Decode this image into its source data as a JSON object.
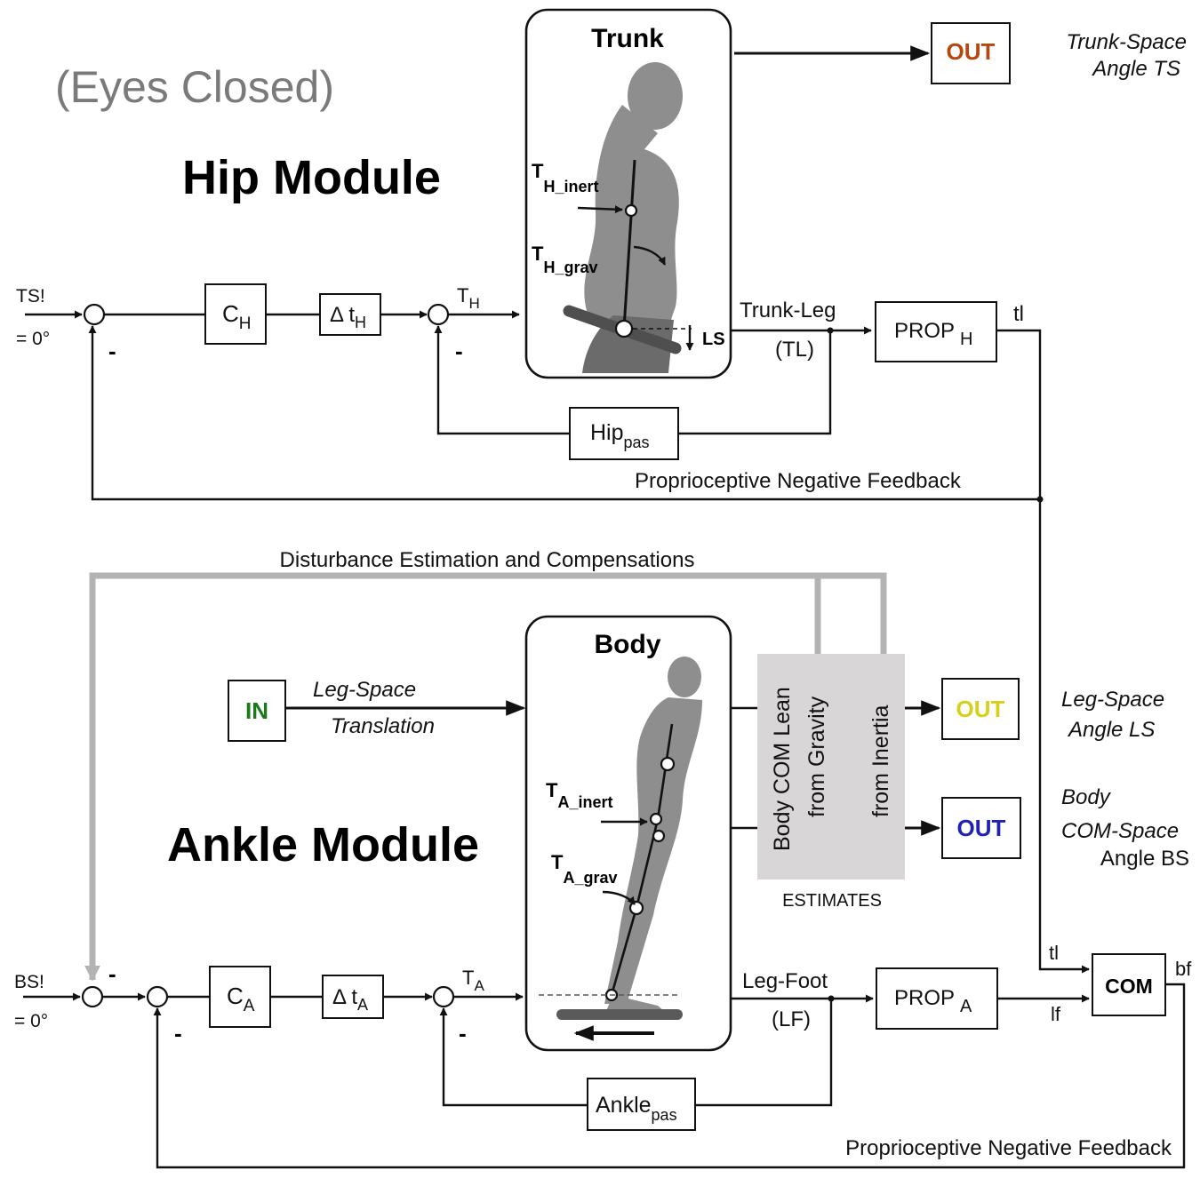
{
  "title": "(Eyes Closed)",
  "hip_module": {
    "heading": "Hip Module",
    "input_label": "TS!",
    "input_value": "= 0°",
    "minus": "-",
    "controller": {
      "base": "C",
      "sub": "H"
    },
    "delay": {
      "base": "Δ t",
      "sub": "H"
    },
    "torque": {
      "base": "T",
      "sub": "H"
    },
    "passive": {
      "base": "Hip",
      "sub": "pas"
    },
    "trunk_box": {
      "title": "Trunk",
      "inert_base": "T",
      "inert_sub": "H_inert",
      "grav_base": "T",
      "grav_sub": "H_grav",
      "ls": "LS"
    },
    "output_label": "Trunk-Leg",
    "output_abbr": "(TL)",
    "prop": {
      "base": "PROP",
      "sub": "H"
    },
    "prop_out": "tl",
    "feedback": "Proprioceptive Negative Feedback",
    "out_box": {
      "label": "OUT",
      "color": "#b5470f"
    },
    "out_caption": [
      "Trunk-Space",
      "Angle TS"
    ]
  },
  "disturbance": {
    "label": "Disturbance Estimation and Compensations",
    "estimates_box": [
      "Body COM Lean",
      "from Gravity",
      "from Inertia"
    ],
    "estimates_caption": "ESTIMATES"
  },
  "ankle_module": {
    "heading": "Ankle Module",
    "input_label": "BS!",
    "input_value": "= 0°",
    "minus": "-",
    "controller": {
      "base": "C",
      "sub": "A"
    },
    "delay": {
      "base": "Δ t",
      "sub": "A"
    },
    "torque": {
      "base": "T",
      "sub": "A"
    },
    "passive": {
      "base": "Ankle",
      "sub": "pas"
    },
    "body_box": {
      "title": "Body",
      "inert_base": "T",
      "inert_sub": "A_inert",
      "grav_base": "T",
      "grav_sub": "A_grav"
    },
    "in_box": {
      "label": "IN",
      "color": "#1a7a1a"
    },
    "in_caption": [
      "Leg-Space",
      "Translation"
    ],
    "output_label": "Leg-Foot",
    "output_abbr": "(LF)",
    "prop": {
      "base": "PROP",
      "sub": "A"
    },
    "prop_out": "lf",
    "tl_in": "tl",
    "com_box": "COM",
    "com_out": "bf",
    "feedback": "Proprioceptive Negative Feedback",
    "out_ls": {
      "label": "OUT",
      "color": "#d8cf1a"
    },
    "out_ls_caption": [
      "Leg-Space",
      "Angle LS"
    ],
    "out_bs": {
      "label": "OUT",
      "color": "#1f22b8"
    },
    "out_bs_caption": [
      "Body",
      "COM-Space",
      "Angle BS"
    ]
  }
}
